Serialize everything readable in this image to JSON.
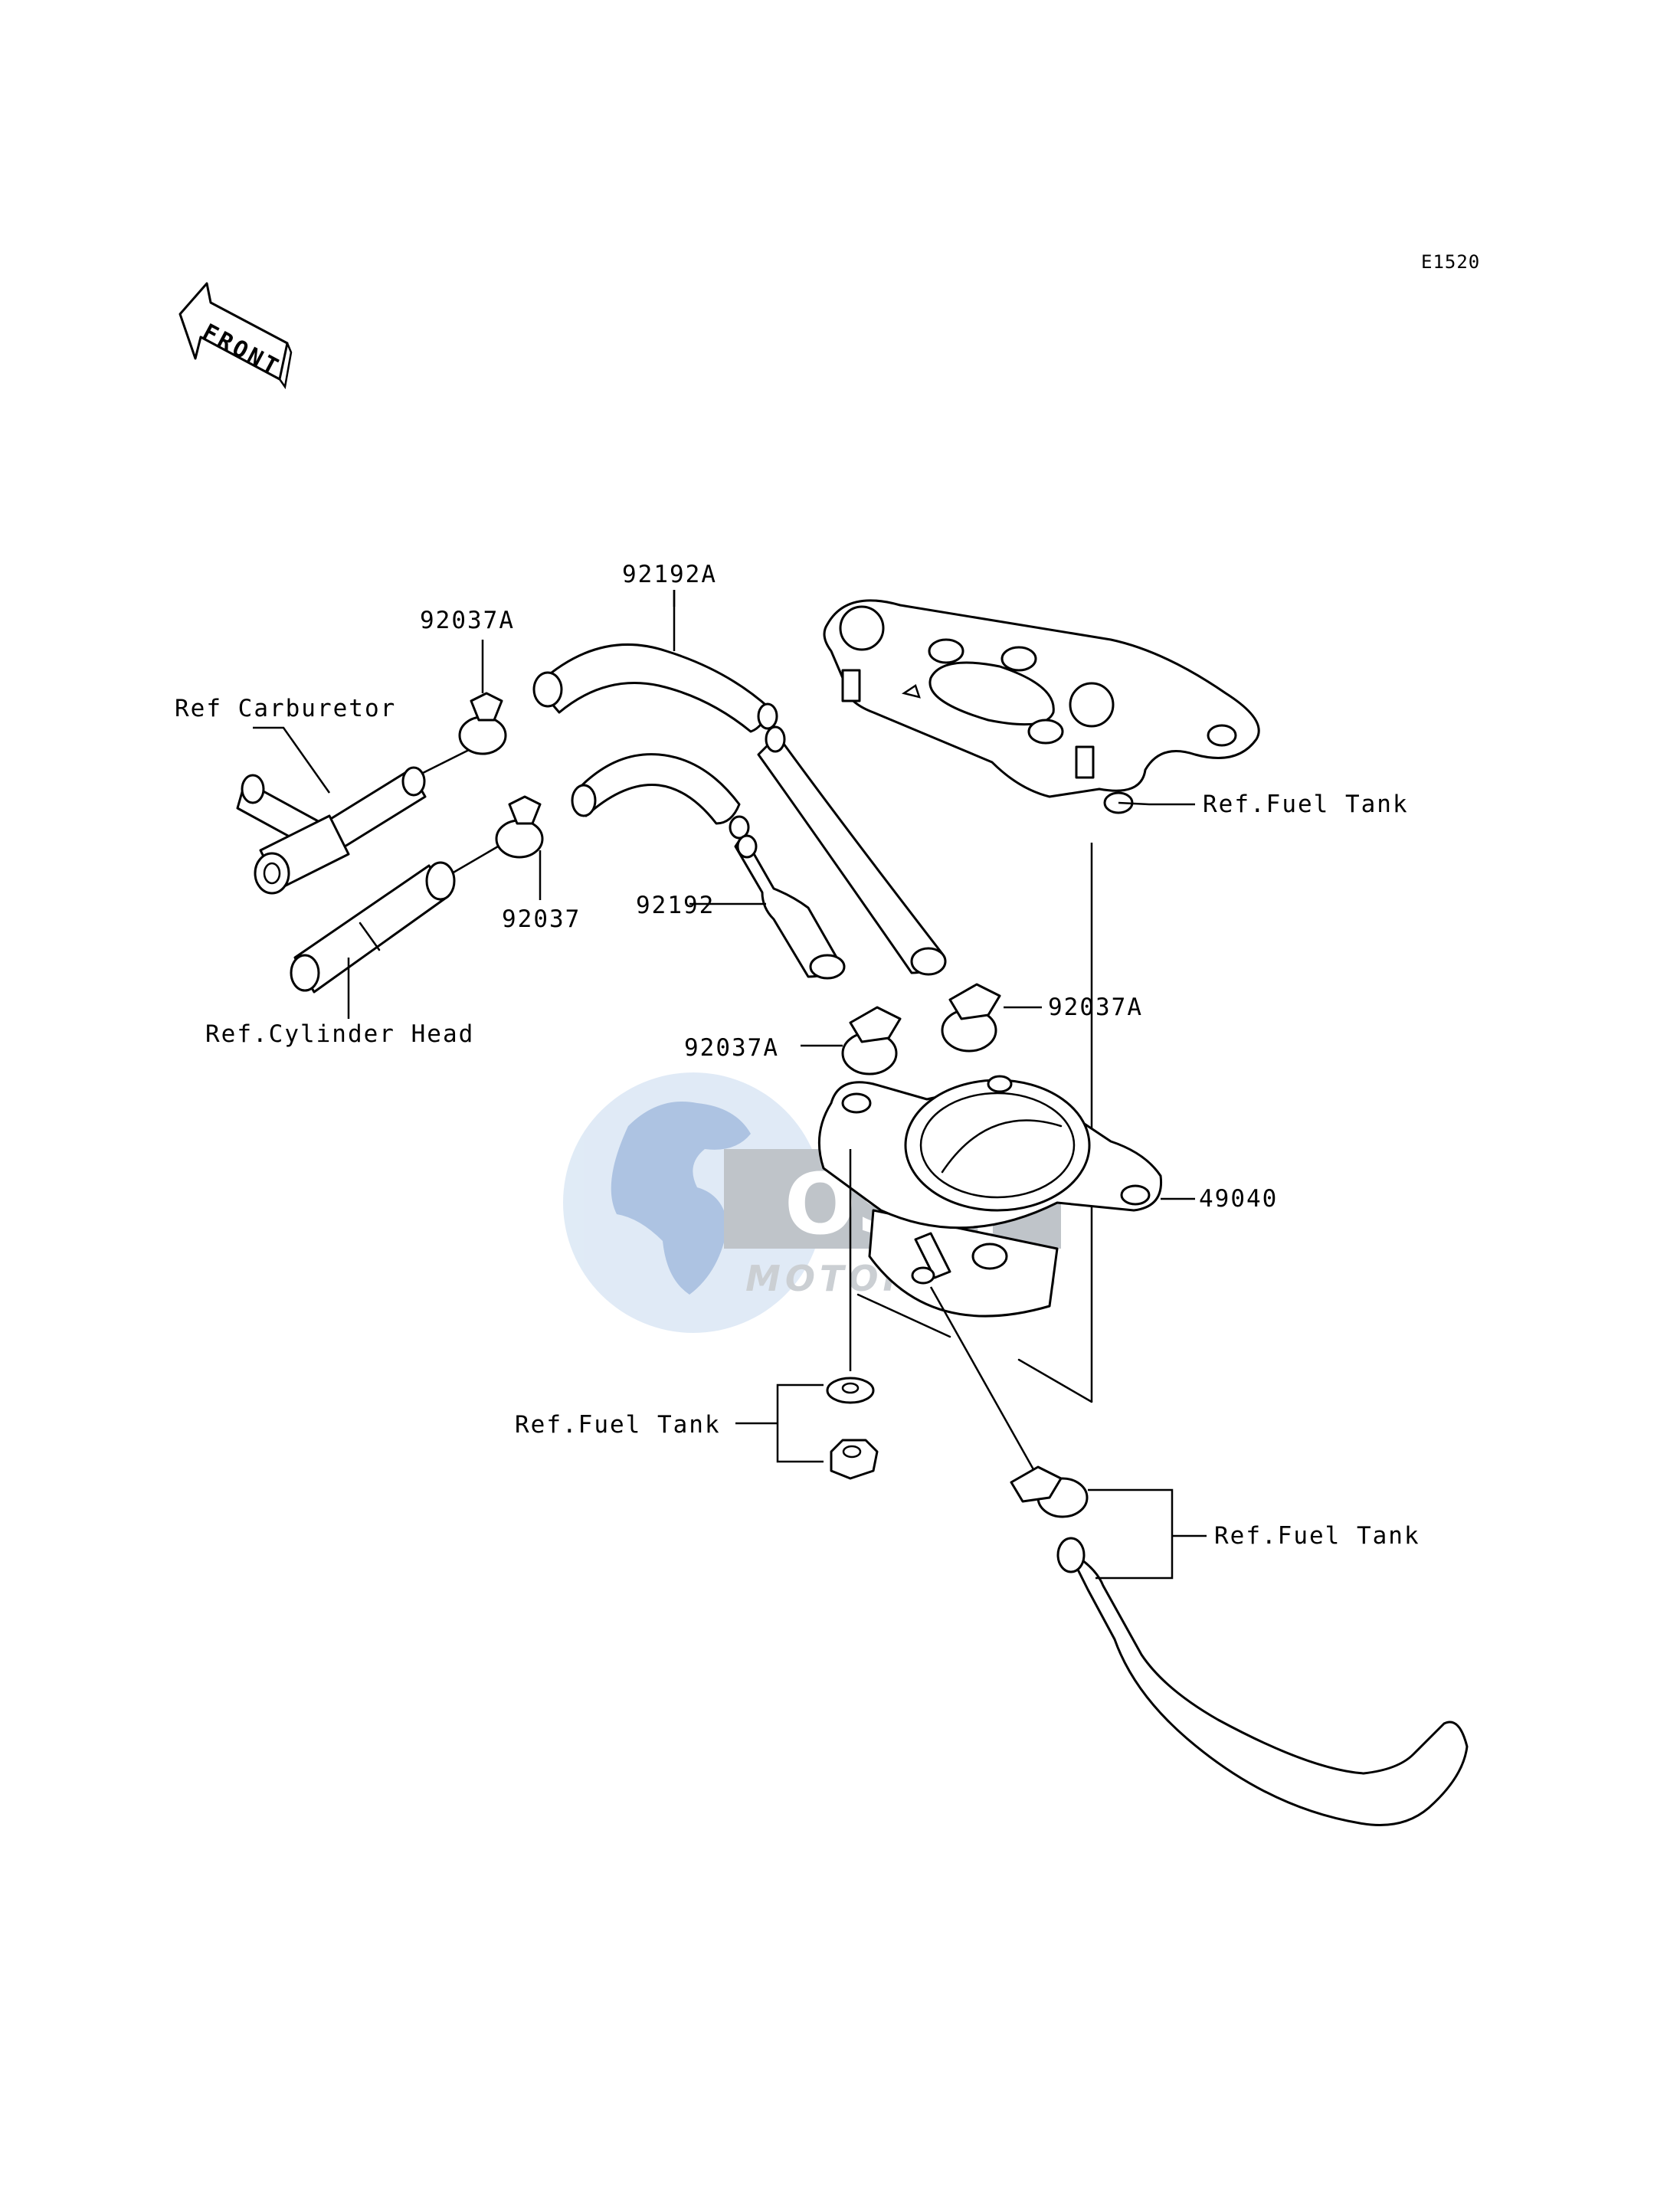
{
  "diagram_code": "E1520",
  "front_arrow_label": "FRONT",
  "watermark": {
    "logo_text": "OSM",
    "tagline": "MOTORPARTS",
    "colors": {
      "globe_light": "#dbe7f5",
      "globe_dark": "#9fb9dd",
      "logo_gray": "#b5bac0",
      "tagline_gray": "#c3c7cc"
    }
  },
  "labels": {
    "hose_92192A": "92192A",
    "clamp_92037A_top": "92037A",
    "ref_carburetor": "Ref Carburetor",
    "clamp_92037": "92037",
    "hose_92192": "92192",
    "ref_cylinder_head": "Ref.Cylinder Head",
    "clamp_92037A_right": "92037A",
    "clamp_92037A_left": "92037A",
    "ref_fuel_tank_upper": "Ref.Fuel Tank",
    "fuel_pump_49040": "49040",
    "ref_fuel_tank_lower_left": "Ref.Fuel Tank",
    "ref_fuel_tank_lower_right": "Ref.Fuel Tank"
  }
}
